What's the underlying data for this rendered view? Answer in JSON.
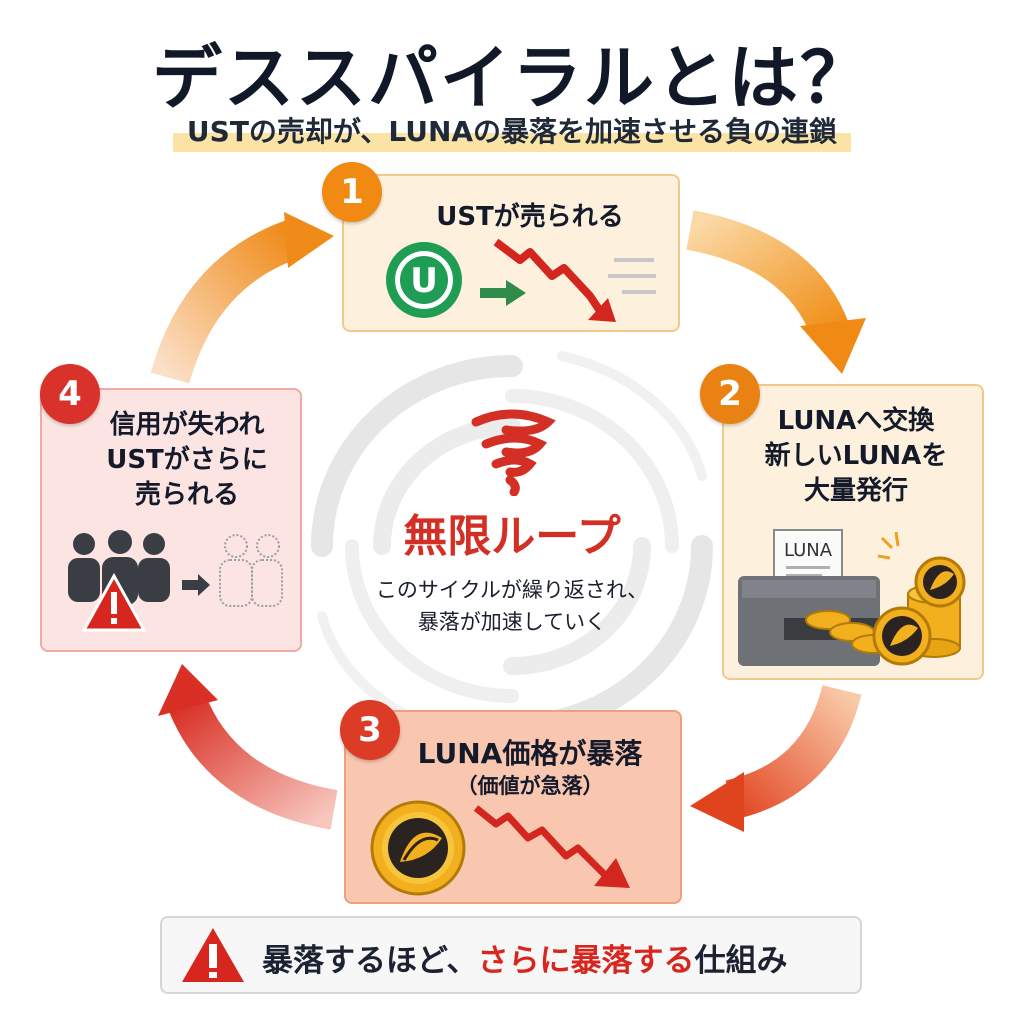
{
  "header": {
    "title": "デススパイラルとは？",
    "subtitle": "USTの売却が、LUNAの暴落を加速させる負の連鎖"
  },
  "steps": [
    {
      "number": "1",
      "lines": [
        "USTが売られる"
      ]
    },
    {
      "number": "2",
      "lines": [
        "LUNAへ交換",
        "新しいLUNAを",
        "大量発行"
      ]
    },
    {
      "number": "3",
      "lines": [
        "LUNA価格が暴落",
        "（価値が急落）"
      ]
    },
    {
      "number": "4",
      "lines": [
        "信用が失われ",
        "USTがさらに",
        "売られる"
      ]
    }
  ],
  "illustrations": {
    "ust_coin_letter": "U",
    "printer_paper_text": "LUNA"
  },
  "center": {
    "title": "無限ループ",
    "description_lines": [
      "このサイクルが繰り返され、",
      "暴落が加速していく"
    ]
  },
  "banner": {
    "part1": "暴落するほど、",
    "part2": "さらに暴落する",
    "part3": "仕組み"
  },
  "colors": {
    "orange": "#f08a12",
    "red": "#d7261e",
    "green": "#1f9d55",
    "gold": "#f2b01e"
  },
  "icons": [
    "ust-coin-icon",
    "right-arrow-icon",
    "price-down-icon",
    "printer-icon",
    "luna-coin-icon",
    "tornado-icon",
    "people-icon",
    "warning-icon"
  ]
}
